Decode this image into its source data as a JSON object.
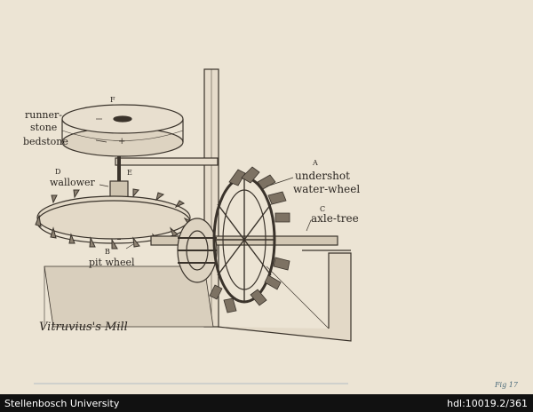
{
  "labels": {
    "F": "F",
    "runner": "runner-",
    "stone": "stone",
    "bedstone": "bedstone",
    "D": "D",
    "E": "E",
    "wallower": "wallower",
    "A": "A",
    "undershot": "undershot",
    "water_wheel": "water-wheel",
    "C": "C",
    "axle_tree": "axle-tree",
    "B": "B",
    "pit_wheel": "pit wheel",
    "title": "Vitruvius's Mill",
    "fig": "Fig 17"
  },
  "footer": {
    "institution": "Stellenbosch University",
    "handle": "hdl:10019.2/361"
  }
}
